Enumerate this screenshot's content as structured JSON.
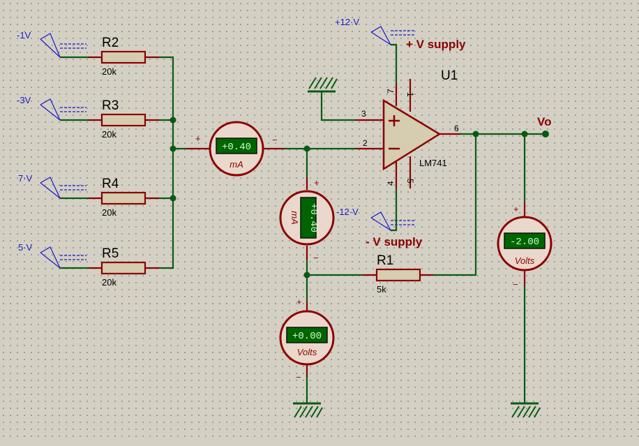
{
  "sources": {
    "v1": "-1V",
    "v2": "-3V",
    "v3": "7·V",
    "v4": "5·V",
    "vpos": "+12·V",
    "vneg": "-12·V"
  },
  "resistors": {
    "r2": {
      "ref": "R2",
      "value": "20k"
    },
    "r3": {
      "ref": "R3",
      "value": "20k"
    },
    "r4": {
      "ref": "R4",
      "value": "20k"
    },
    "r5": {
      "ref": "R5",
      "value": "20k"
    },
    "r1": {
      "ref": "R1",
      "value": "5k"
    }
  },
  "opamp": {
    "ref": "U1",
    "part": "LM741",
    "pins": {
      "p7": "7",
      "p1": "1",
      "p3": "3",
      "p2": "2",
      "p6": "6",
      "p4": "4",
      "p5": "5"
    }
  },
  "labels": {
    "vplus": "+ V supply",
    "vminus": "- V supply",
    "vo": "Vo"
  },
  "meters": {
    "ammeter_h": {
      "reading": "+0.40",
      "unit": "mA",
      "plus": "+",
      "minus": "−"
    },
    "ammeter_v": {
      "reading": "+0.40",
      "unit": "mA",
      "plus": "+",
      "minus": "−"
    },
    "volt_sum": {
      "reading": "+0.00",
      "unit": "Volts",
      "plus": "+",
      "minus": "−"
    },
    "volt_out": {
      "reading": "-2.00",
      "unit": "Volts",
      "plus": "+",
      "minus": "−"
    }
  },
  "colors": {
    "wire": "#0a5a12",
    "component": "#8b0000",
    "generator": "#1a1acc",
    "background": "#d4d0c4"
  }
}
